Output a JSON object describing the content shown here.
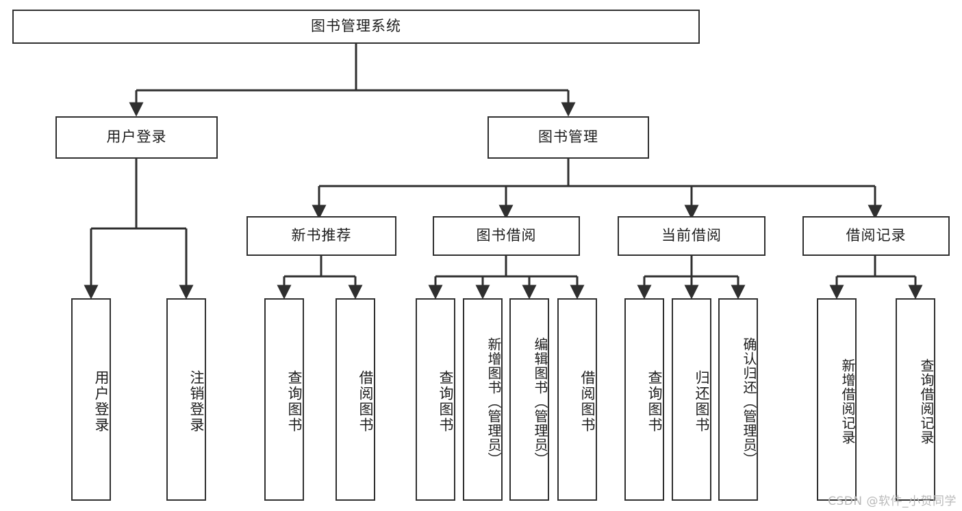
{
  "diagram": {
    "title": "图书管理系统",
    "type": "functional-structure-tree",
    "watermark": "CSDN @软件_小贺同学",
    "colors": {
      "stroke": "#2f2f2f",
      "fill": "#ffffff",
      "text": "#1d1d1d",
      "watermark": "#b9b9b9"
    },
    "nodes": {
      "root": {
        "label": "图书管理系统"
      },
      "level2": [
        {
          "id": "user-login",
          "label": "用户登录"
        },
        {
          "id": "book-manage",
          "label": "图书管理"
        }
      ],
      "level3": [
        {
          "id": "new-book-recommend",
          "label": "新书推荐"
        },
        {
          "id": "book-borrow",
          "label": "图书借阅"
        },
        {
          "id": "current-borrow",
          "label": "当前借阅"
        },
        {
          "id": "borrow-record",
          "label": "借阅记录"
        }
      ],
      "leaves": {
        "user_login": [
          {
            "id": "leaf-user-login",
            "label": "用户登录"
          },
          {
            "id": "leaf-logout-login",
            "label": "注销登录"
          }
        ],
        "new_book_recommend": [
          {
            "id": "leaf-query-book-1",
            "label": "查询图书"
          },
          {
            "id": "leaf-borrow-book-1",
            "label": "借阅图书"
          }
        ],
        "book_borrow": [
          {
            "id": "leaf-query-book-2",
            "label": "查询图书"
          },
          {
            "id": "leaf-add-book",
            "label": "新增图书（管理员）"
          },
          {
            "id": "leaf-edit-book",
            "label": "编辑图书（管理员）"
          },
          {
            "id": "leaf-borrow-book-2",
            "label": "借阅图书"
          }
        ],
        "current_borrow": [
          {
            "id": "leaf-query-book-3",
            "label": "查询图书"
          },
          {
            "id": "leaf-return-book",
            "label": "归还图书"
          },
          {
            "id": "leaf-confirm-return",
            "label": "确认归还（管理员）"
          }
        ],
        "borrow_record": [
          {
            "id": "leaf-add-record",
            "label": "新增借阅记录"
          },
          {
            "id": "leaf-query-record",
            "label": "查询借阅记录"
          }
        ]
      }
    }
  }
}
